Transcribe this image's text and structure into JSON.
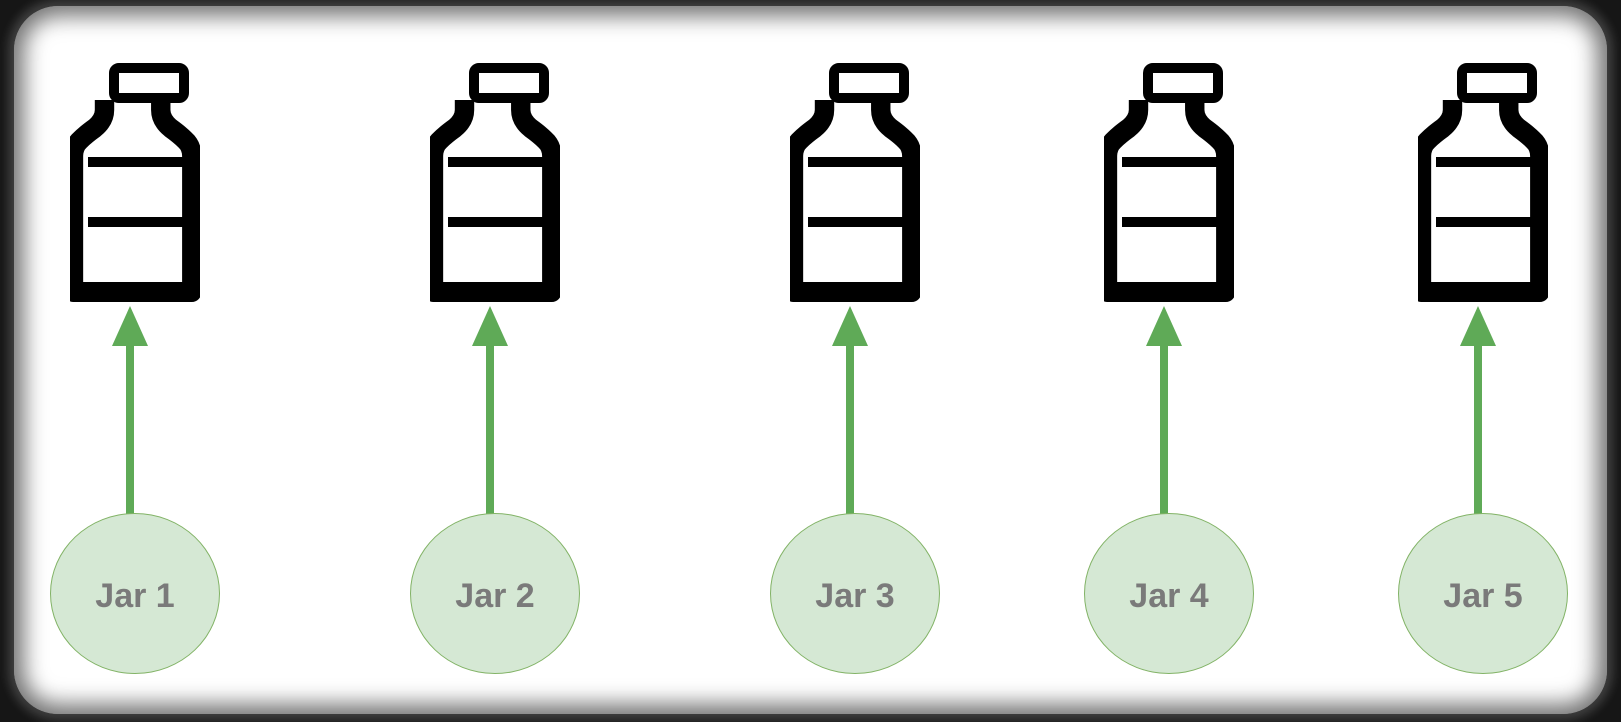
{
  "diagram": {
    "background": "#ffffff",
    "edge_color": "#5faa57",
    "node_fill": "#d5e8d4",
    "node_stroke": "#82b366",
    "label_color": "#7a7a7a",
    "icon_color": "#000000",
    "nodes": [
      {
        "label": "Jar 1",
        "icon": "bottle-icon"
      },
      {
        "label": "Jar 2",
        "icon": "bottle-icon"
      },
      {
        "label": "Jar 3",
        "icon": "bottle-icon"
      },
      {
        "label": "Jar 4",
        "icon": "bottle-icon"
      },
      {
        "label": "Jar 5",
        "icon": "bottle-icon"
      }
    ]
  }
}
